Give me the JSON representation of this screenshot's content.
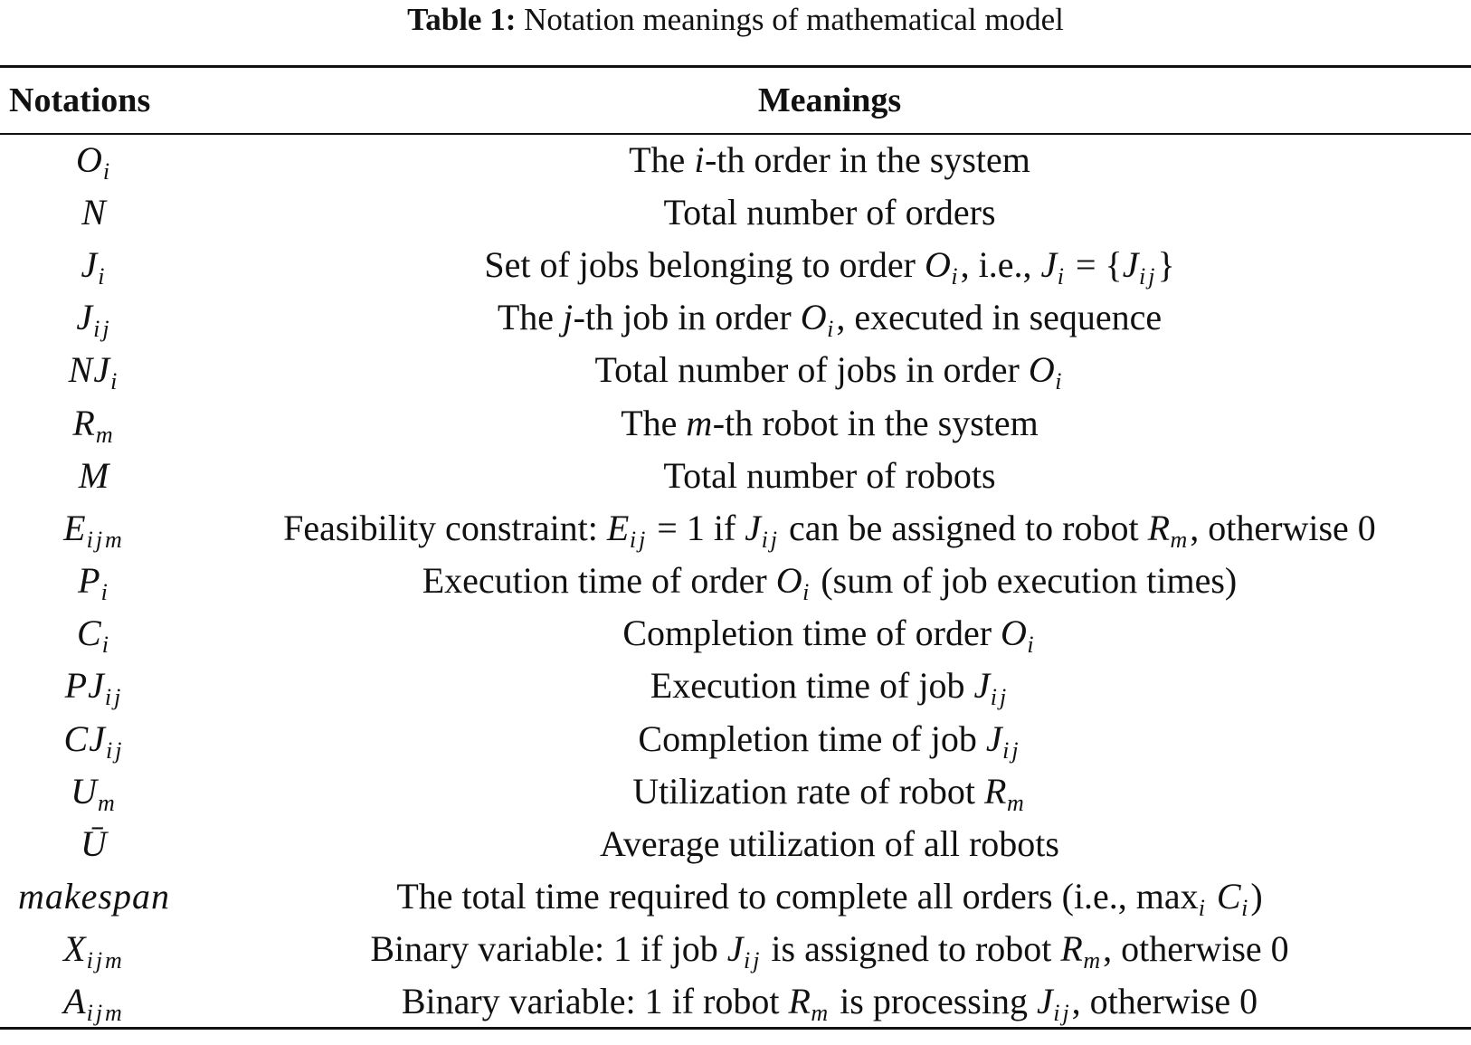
{
  "caption": {
    "label": "Table 1:",
    "text": "Notation meanings of mathematical model"
  },
  "headers": {
    "notations": "Notations",
    "meanings": "Meanings"
  },
  "rows": [
    {
      "symbol": "O",
      "sub": "i",
      "meaning": [
        {
          "t": "The "
        },
        {
          "i": "i"
        },
        {
          "t": "-th order in the system"
        }
      ]
    },
    {
      "symbol": "N",
      "sub": "",
      "meaning": [
        {
          "t": "Total number of orders"
        }
      ]
    },
    {
      "symbol": "J",
      "sub": "i",
      "meaning": [
        {
          "t": "Set of jobs belonging to order "
        },
        {
          "i": "O",
          "s": "i"
        },
        {
          "t": ", i.e., "
        },
        {
          "i": "J",
          "s": "i"
        },
        {
          "t": " = {"
        },
        {
          "i": "J",
          "s": "ij"
        },
        {
          "t": "}"
        }
      ]
    },
    {
      "symbol": "J",
      "sub": "ij",
      "meaning": [
        {
          "t": "The "
        },
        {
          "i": "j"
        },
        {
          "t": "-th job in order "
        },
        {
          "i": "O",
          "s": "i"
        },
        {
          "t": ", executed in sequence"
        }
      ]
    },
    {
      "symbol": "NJ",
      "sub": "i",
      "meaning": [
        {
          "t": "Total number of jobs in order "
        },
        {
          "i": "O",
          "s": "i"
        }
      ]
    },
    {
      "symbol": "R",
      "sub": "m",
      "meaning": [
        {
          "t": "The "
        },
        {
          "i": "m"
        },
        {
          "t": "-th robot in the system"
        }
      ]
    },
    {
      "symbol": "M",
      "sub": "",
      "meaning": [
        {
          "t": "Total number of robots"
        }
      ]
    },
    {
      "symbol": "E",
      "sub": "ijm",
      "meaning": [
        {
          "t": "Feasibility constraint: "
        },
        {
          "i": "E",
          "s": "ij"
        },
        {
          "t": " = 1 if "
        },
        {
          "i": "J",
          "s": "ij"
        },
        {
          "t": " can be assigned to robot "
        },
        {
          "i": "R",
          "s": "m"
        },
        {
          "t": ", otherwise 0"
        }
      ]
    },
    {
      "symbol": "P",
      "sub": "i",
      "meaning": [
        {
          "t": "Execution time of order "
        },
        {
          "i": "O",
          "s": "i"
        },
        {
          "t": " (sum of job execution times)"
        }
      ]
    },
    {
      "symbol": "C",
      "sub": "i",
      "meaning": [
        {
          "t": "Completion time of order "
        },
        {
          "i": "O",
          "s": "i"
        }
      ]
    },
    {
      "symbol": "PJ",
      "sub": "ij",
      "meaning": [
        {
          "t": "Execution time of job "
        },
        {
          "i": "J",
          "s": "ij"
        }
      ]
    },
    {
      "symbol": "CJ",
      "sub": "ij",
      "meaning": [
        {
          "t": "Completion time of job "
        },
        {
          "i": "J",
          "s": "ij"
        }
      ]
    },
    {
      "symbol": "U",
      "sub": "m",
      "meaning": [
        {
          "t": "Utilization rate of robot "
        },
        {
          "i": "R",
          "s": "m"
        }
      ]
    },
    {
      "symbol": "Ū",
      "sub": "",
      "meaning": [
        {
          "t": "Average utilization of all robots"
        }
      ]
    },
    {
      "symbol": "makespan",
      "sub": "",
      "meaning": [
        {
          "t": "The total time required to complete all orders (i.e., max"
        },
        {
          "sub": "i"
        },
        {
          "t": " "
        },
        {
          "i": "C",
          "s": "i"
        },
        {
          "t": ")"
        }
      ]
    },
    {
      "symbol": "X",
      "sub": "ijm",
      "meaning": [
        {
          "t": "Binary variable: 1 if job "
        },
        {
          "i": "J",
          "s": "ij"
        },
        {
          "t": " is assigned to robot "
        },
        {
          "i": "R",
          "s": "m"
        },
        {
          "t": ", otherwise 0"
        }
      ]
    },
    {
      "symbol": "A",
      "sub": "ijm",
      "meaning": [
        {
          "t": "Binary variable: 1 if robot "
        },
        {
          "i": "R",
          "s": "m"
        },
        {
          "t": " is processing "
        },
        {
          "i": "J",
          "s": "ij"
        },
        {
          "t": ", otherwise 0"
        }
      ]
    }
  ]
}
